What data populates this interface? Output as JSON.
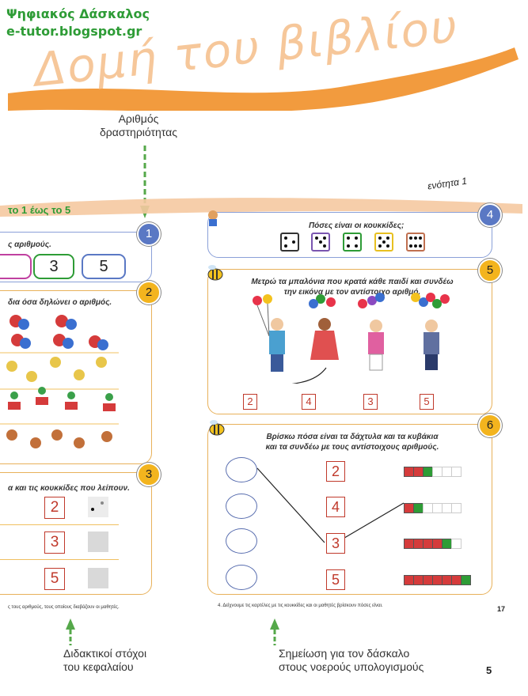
{
  "watermark": {
    "line1": "Ψηφιακός Δάσκαλος",
    "line2": "e-tutor.blogspot.gr"
  },
  "header": {
    "title": "Δομή του βιβλίου"
  },
  "annotations": {
    "activity_number": "Αριθμός\nδραστηριότητας",
    "chapter_goals": "Διδακτικοί στόχοι\nτου κεφαλαίου",
    "teacher_note": "Σημείωση για τον δάσκαλο\nστους νοερούς υπολογισμούς"
  },
  "left_page": {
    "chapter_title": "το 1 έως το 5",
    "activity1": {
      "badge": "1",
      "text": "ς αριθμούς.",
      "numbers": [
        "3",
        "5"
      ]
    },
    "activity2": {
      "badge": "2",
      "text": "δια όσα δηλώνει ο αριθμός."
    },
    "activity3": {
      "badge": "3",
      "text": "α και τις κουκκίδες που λείπουν.",
      "numbers": [
        "2",
        "3",
        "5"
      ]
    },
    "footer": "ς τους αριθμούς, τους οποίους διαβάζουν οι μαθητές."
  },
  "right_page": {
    "unit_label": "ενότητα 1",
    "activity4": {
      "badge": "4",
      "text": "Πόσες είναι οι κουκκίδες;"
    },
    "activity5": {
      "badge": "5",
      "text": "Μετρώ τα μπαλόνια που κρατά κάθε παιδί και συνδέω\nτην εικόνα με τον αντίστοιχο αριθμό.",
      "numbers": [
        "2",
        "4",
        "3",
        "5"
      ]
    },
    "activity6": {
      "badge": "6",
      "text": "Βρίσκω πόσα είναι τα δάχτυλα και τα κυβάκια\nκαι τα συνδέω με τους αντίστοιχους αριθμούς.",
      "numbers": [
        "2",
        "4",
        "3",
        "5"
      ]
    },
    "footer": "4. Δείχνουμε τις καρτέλες με τις κουκκίδες και οι μαθητές βρίσκουν πόσες είναι.",
    "page_number": "17"
  },
  "page_number": "5",
  "colors": {
    "green": "#2e9c36",
    "orange": "#f08a1c",
    "red": "#c0392b",
    "blue": "#5a78c4",
    "yellow": "#f3b41e"
  }
}
